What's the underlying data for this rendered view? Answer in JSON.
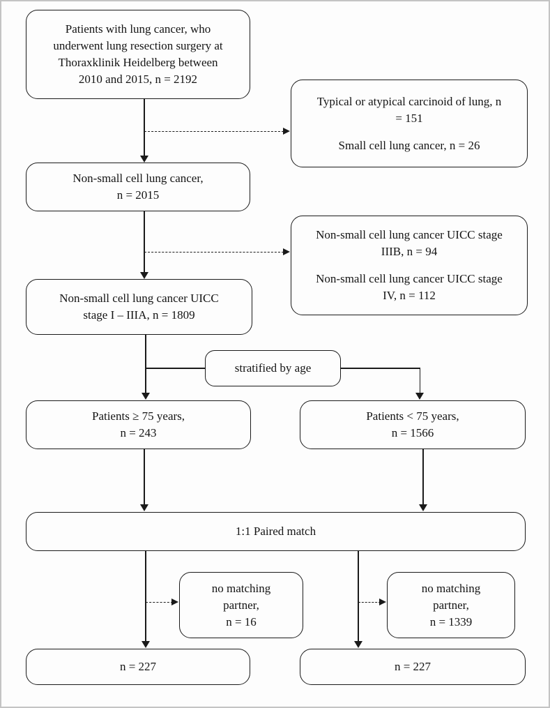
{
  "diagram": {
    "type": "patient-flow-chart",
    "colors": {
      "background": "#fdfdfd",
      "page_border": "#c4c4c4",
      "box_border": "#1a1a1a",
      "line": "#1a1a1a",
      "text": "#141414"
    },
    "boxes": {
      "initial": {
        "lines": [
          "Patients with lung cancer, who",
          "underwent lung resection surgery at",
          "Thoraxklinik Heidelberg between",
          "2010 and 2015, n = 2192"
        ]
      },
      "exclusion1": {
        "para1": [
          "Typical or atypical carcinoid of lung, n",
          "= 151"
        ],
        "para2": [
          "Small cell lung cancer, n = 26"
        ]
      },
      "nsclc": {
        "lines": [
          "Non-small cell lung cancer,",
          "n = 2015"
        ]
      },
      "exclusion2": {
        "para1": [
          "Non-small cell lung cancer UICC stage",
          "IIIB, n = 94"
        ],
        "para2": [
          "Non-small cell lung cancer UICC stage",
          "IV, n = 112"
        ]
      },
      "stage": {
        "lines": [
          "Non-small cell lung cancer UICC",
          "stage I – IIIA, n = 1809"
        ]
      },
      "stratified": {
        "lines": [
          "stratified by age"
        ]
      },
      "elderly": {
        "lines": [
          "Patients ≥ 75 years,",
          "n = 243"
        ]
      },
      "younger": {
        "lines": [
          "Patients < 75 years,",
          "n = 1566"
        ]
      },
      "match": {
        "lines": [
          "1:1 Paired match"
        ]
      },
      "nomatch_left": {
        "lines": [
          "no matching",
          "partner,",
          "n = 16"
        ]
      },
      "nomatch_right": {
        "lines": [
          "no matching",
          "partner,",
          "n = 1339"
        ]
      },
      "final_left": {
        "lines": [
          "n = 227"
        ]
      },
      "final_right": {
        "lines": [
          "n = 227"
        ]
      }
    }
  }
}
